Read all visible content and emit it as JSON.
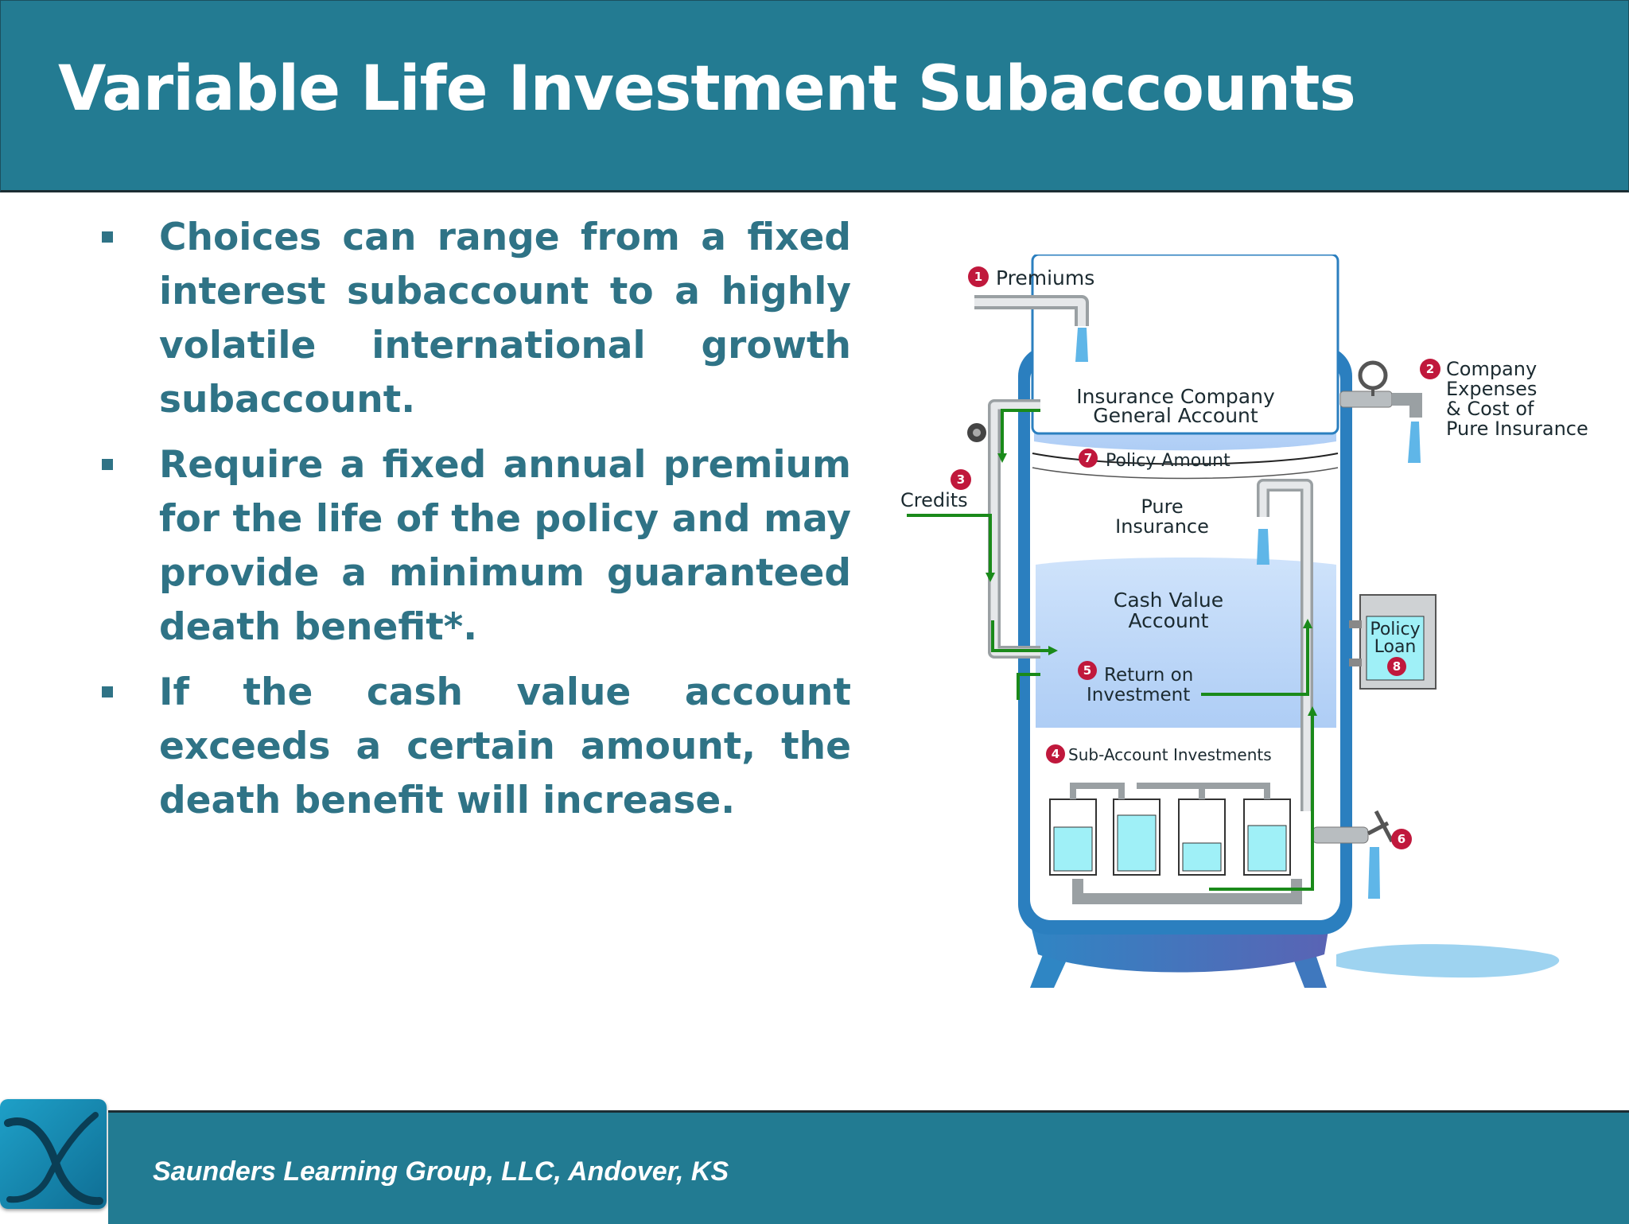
{
  "slide": {
    "title": "Variable Life Investment Subaccounts",
    "bullets": [
      "Choices can range from a fixed interest subaccount to a highly volatile international growth subaccount.",
      "Require a fixed annual premium for the life of the policy and may provide a minimum guaranteed death benefit*.",
      "If the cash value account exceeds a certain amount, the death benefit will increase."
    ]
  },
  "diagram": {
    "premiums": {
      "num": "1",
      "label": "Premiums"
    },
    "company": {
      "num": "2",
      "lines": [
        "Company",
        "Expenses",
        "& Cost of",
        "Pure Insurance"
      ]
    },
    "credits": {
      "num": "3",
      "label": "Credits"
    },
    "general_account": {
      "lines": [
        "Insurance Company",
        "General Account"
      ]
    },
    "policy_amount": {
      "num": "7",
      "label": "Policy Amount"
    },
    "pure_insurance": {
      "lines": [
        "Pure",
        "Insurance"
      ]
    },
    "cash_value": {
      "lines": [
        "Cash Value",
        "Account"
      ]
    },
    "return_on_investment": {
      "num": "5",
      "lines": [
        "Return on",
        "Investment"
      ]
    },
    "sub_account": {
      "num": "4",
      "label": "Sub-Account Investments"
    },
    "policy_loan": {
      "num": "8",
      "lines": [
        "Policy",
        "Loan"
      ]
    },
    "withdrawal": {
      "num": "6"
    }
  },
  "footer": {
    "text": "Saunders Learning Group, LLC, Andover, KS"
  },
  "colors": {
    "header": "#237b92",
    "bullet_text": "#2f7386",
    "tank": "#2b7fbf",
    "flow_arrow": "#1a8a1a",
    "number_badge": "#c0183c"
  }
}
